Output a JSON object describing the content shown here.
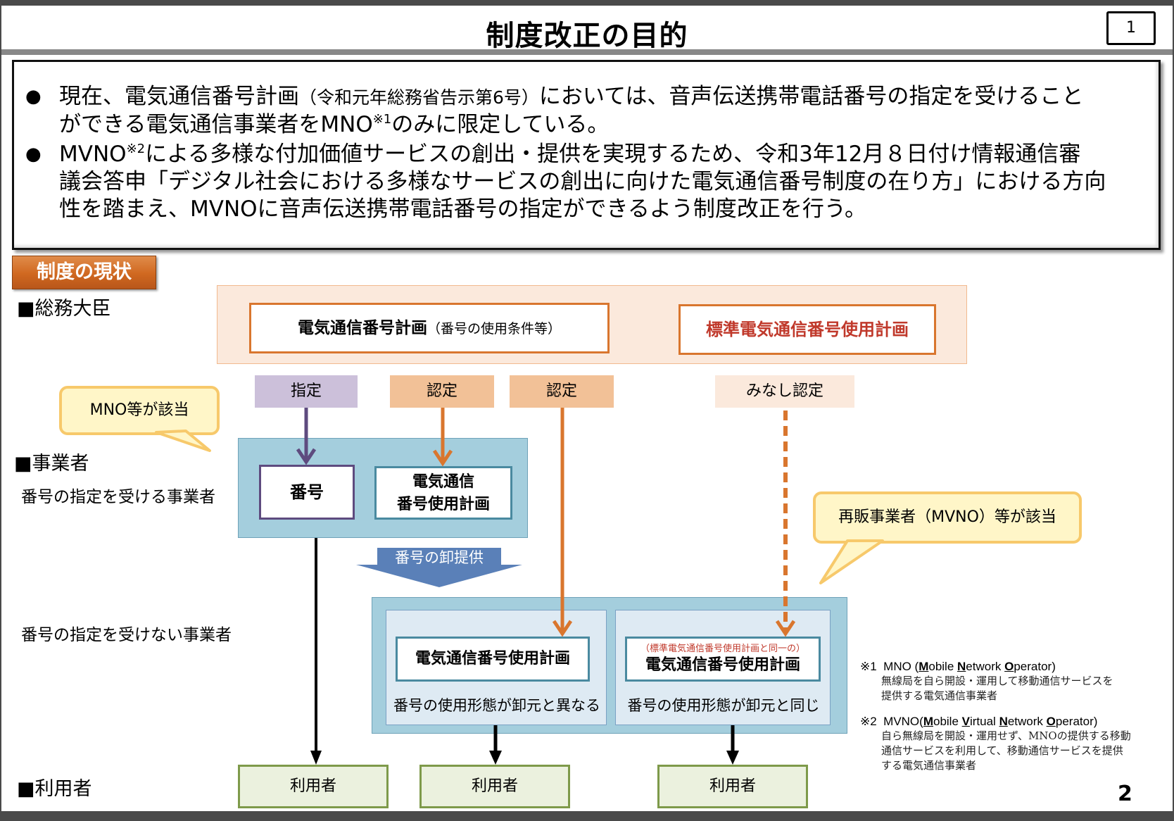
{
  "header": {
    "title": "制度改正の目的",
    "page_box": "1"
  },
  "summary": {
    "bullets": [
      {
        "marker": "●",
        "line1_a": "現在、電気通信番号計画",
        "line1_b": "（令和元年総務省告示第6号）",
        "line1_c": "においては、音声伝送携帯電話番号の指定を受けること",
        "line2_a": "ができる電気通信事業者をMNO",
        "line2_sup": "※1",
        "line2_b": "のみに限定している。"
      },
      {
        "marker": "●",
        "line1_a": "MVNO",
        "line1_sup": "※2",
        "line1_b": "による多様な付加価値サービスの創出・提供を実現するため、令和3年12月８日付け情報通信審",
        "line2": "議会答申「デジタル社会における多様なサービスの創出に向けた電気通信番号制度の在り方」における方向",
        "line3": "性を踏まえ、MVNOに音声伝送携帯電話番号の指定ができるよう制度改正を行う。"
      }
    ]
  },
  "section_tag": "制度の現状",
  "rows": {
    "minister": "■総務大臣",
    "operator": "■事業者",
    "operator_designated": "番号の指定を受ける事業者",
    "operator_not_designated": "番号の指定を受けない事業者",
    "user": "■利用者"
  },
  "minister_plans": {
    "numbering_plan_main": "電気通信番号計画",
    "numbering_plan_sub": "（番号の使用条件等）",
    "standard_plan": "標準電気通信番号使用計画"
  },
  "actions": {
    "designation": "指定",
    "certification_1": "認定",
    "certification_2": "認定",
    "deemed_certification": "みなし認定"
  },
  "callouts": {
    "mno": "MNO等が該当",
    "mvno": "再販事業者（MVNO）等が該当"
  },
  "designated_operator": {
    "number": "番号",
    "usage_plan_line1": "電気通信",
    "usage_plan_line2": "番号使用計画"
  },
  "wholesale_arrow": "番号の卸提供",
  "non_designated": {
    "left_plan": "電気通信番号使用計画",
    "left_caption": "番号の使用形態が卸元と異なる",
    "right_plan_note": "（標準電気通信番号使用計画と同一の）",
    "right_plan": "電気通信番号使用計画",
    "right_caption": "番号の使用形態が卸元と同じ"
  },
  "users": [
    "利用者",
    "利用者",
    "利用者"
  ],
  "footnotes": [
    {
      "mark": "※1",
      "abbr": "MNO (",
      "words": [
        [
          "M",
          "obile "
        ],
        [
          "N",
          "etwork "
        ],
        [
          "O",
          "perator"
        ]
      ],
      "close": ")",
      "desc_line1": "無線局を自ら開設・運用して移動通信サービスを",
      "desc_line2": "提供する電気通信事業者"
    },
    {
      "mark": "※2",
      "abbr": "MVNO(",
      "words": [
        [
          "M",
          "obile "
        ],
        [
          "V",
          "irtual "
        ],
        [
          "N",
          "etwork "
        ],
        [
          "O",
          "perator"
        ]
      ],
      "close": ")",
      "desc_line1": "自ら無線局を開設・運用せず、MNOの提供する移動",
      "desc_line2": "通信サービスを利用して、移動通信サービスを提供",
      "desc_line3": "する電気通信事業者"
    }
  ],
  "page_number": "2",
  "colors": {
    "orange": "#d9762e",
    "purple": "#5e4b7f",
    "standard_plan_red": "#c0392b",
    "designation_chip": "#ccc0da",
    "certification_chip": "#f2c197",
    "deemed_chip": "#fbe9dc",
    "operator_box": "#a4cedd",
    "wholesale_arrow": "#5a80b8",
    "user_box": "#ebf1de"
  }
}
